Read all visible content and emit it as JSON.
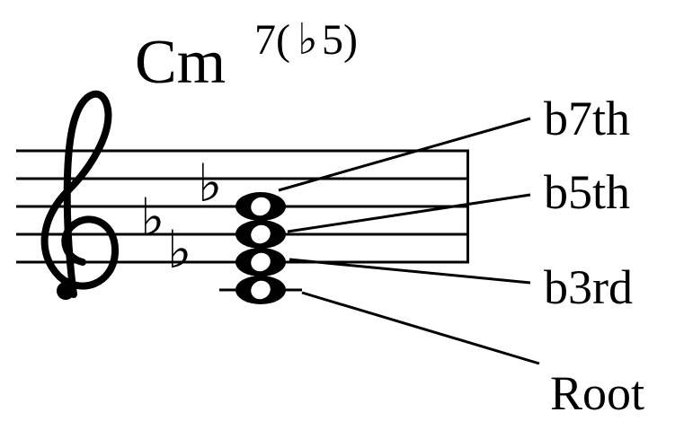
{
  "chord": {
    "root": "Cm",
    "superscript_open": "7(",
    "flat_symbol": "♭",
    "superscript_close": "5)"
  },
  "clef": "treble-clef-icon",
  "key_signature": {
    "accidental": "♭",
    "count": 3
  },
  "notes": [
    {
      "degree": "Root",
      "label": "Root"
    },
    {
      "degree": "b3rd",
      "label": "b3rd"
    },
    {
      "degree": "b5th",
      "label": "b5th"
    },
    {
      "degree": "b7th",
      "label": "b7th"
    }
  ],
  "labels": {
    "b7th": "b7th",
    "b5th": "b5th",
    "b3rd": "b3rd",
    "root": "Root"
  },
  "colors": {
    "ink": "#000000",
    "background": "#ffffff"
  }
}
